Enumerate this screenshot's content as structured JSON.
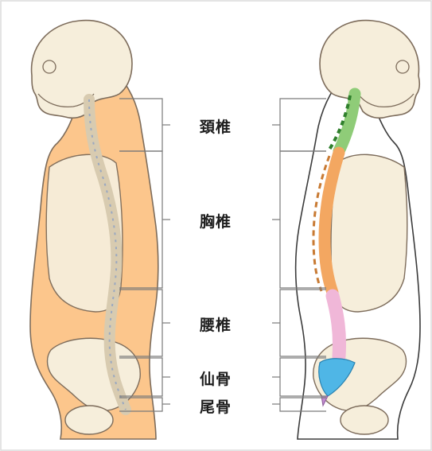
{
  "regions": [
    {
      "key": "cervical",
      "label": "頚椎"
    },
    {
      "key": "thoracic",
      "label": "胸椎"
    },
    {
      "key": "lumbar",
      "label": "腰椎"
    },
    {
      "key": "sacrum",
      "label": "仙骨"
    },
    {
      "key": "coccyx",
      "label": "尾骨"
    }
  ],
  "colors": {
    "skin": "#fcc68c",
    "bone": "#f6eedb",
    "outline": "#8e8171",
    "cervical": "#8fcc78",
    "cervical_dark": "#2f7f2c",
    "thoracic": "#f3a761",
    "lumbar": "#f0b7d8",
    "sacrum": "#4fb6e6",
    "coccyx": "#c38bd0",
    "bracket": "#7a7a7a"
  }
}
